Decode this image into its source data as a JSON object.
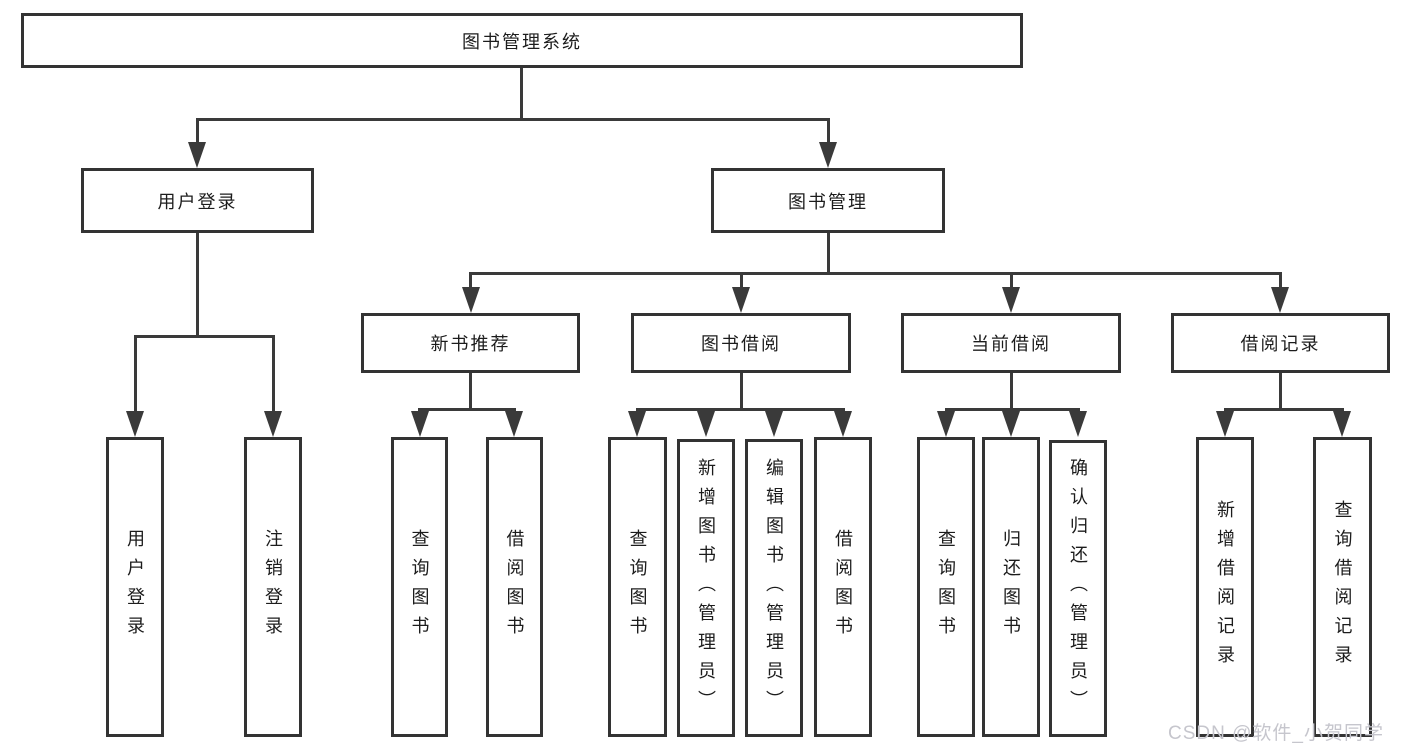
{
  "diagram": {
    "root": {
      "label": "图书管理系统"
    },
    "level2": {
      "user_login": {
        "label": "用户登录"
      },
      "book_mgmt": {
        "label": "图书管理"
      }
    },
    "level3": {
      "new_book_rec": {
        "label": "新书推荐"
      },
      "book_borrow": {
        "label": "图书借阅"
      },
      "current_borrow": {
        "label": "当前借阅"
      },
      "borrow_records": {
        "label": "借阅记录"
      }
    },
    "leaves": {
      "user_login": {
        "label": "用户登录"
      },
      "logout": {
        "label": "注销登录"
      },
      "nbr_query_books": {
        "label": "查询图书"
      },
      "nbr_borrow_books": {
        "label": "借阅图书"
      },
      "bb_query_books": {
        "label": "查询图书"
      },
      "bb_add_books": {
        "label": "新增图书（管理员）"
      },
      "bb_edit_books": {
        "label": "编辑图书（管理员）"
      },
      "bb_borrow_books": {
        "label": "借阅图书"
      },
      "cb_query_books": {
        "label": "查询图书"
      },
      "cb_return_books": {
        "label": "归还图书"
      },
      "cb_confirm_return": {
        "label": "确认归还（管理员）"
      },
      "br_add_record": {
        "label": "新增借阅记录"
      },
      "br_query_record": {
        "label": "查询借阅记录"
      }
    }
  },
  "watermark": {
    "text": "CSDN @软件_小贺同学"
  },
  "colors": {
    "line": "#3a3a3a",
    "box_border": "#333333",
    "text": "#1c1c1c",
    "watermark": "#c6c6cd",
    "background": "#ffffff"
  }
}
